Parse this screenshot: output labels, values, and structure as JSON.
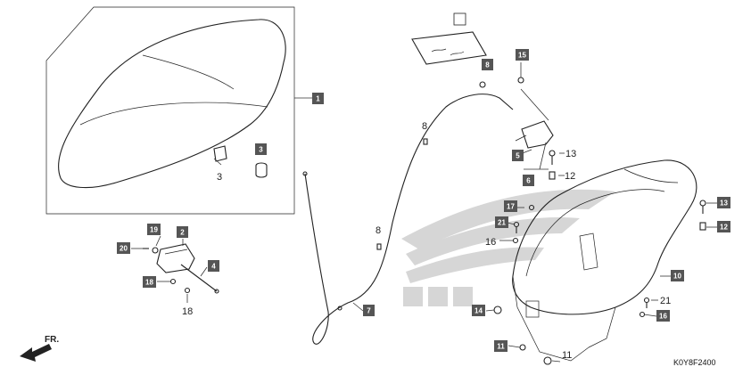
{
  "diagram_code": "K0Y8F2400",
  "direction_label": "FR.",
  "callouts": {
    "c1": "1",
    "c2": "2",
    "c3_box": "3",
    "c3_plain": "3",
    "c4": "4",
    "c5": "5",
    "c6": "6",
    "c7": "7",
    "c8_box": "8",
    "c8_plain_a": "8",
    "c8_plain_b": "8",
    "c10": "10",
    "c11_box": "11",
    "c11_plain": "11",
    "c12_plain": "12",
    "c12_box": "12",
    "c13_plain": "13",
    "c13_box": "13",
    "c14": "14",
    "c15": "15",
    "c16_plain": "16",
    "c16_box": "16",
    "c17": "17",
    "c18_box": "18",
    "c18_plain": "18",
    "c19": "19",
    "c20": "20",
    "c21_box": "21",
    "c21_plain": "21"
  },
  "colors": {
    "callout_box": "#555555",
    "watermark": "#d6d6d6"
  }
}
